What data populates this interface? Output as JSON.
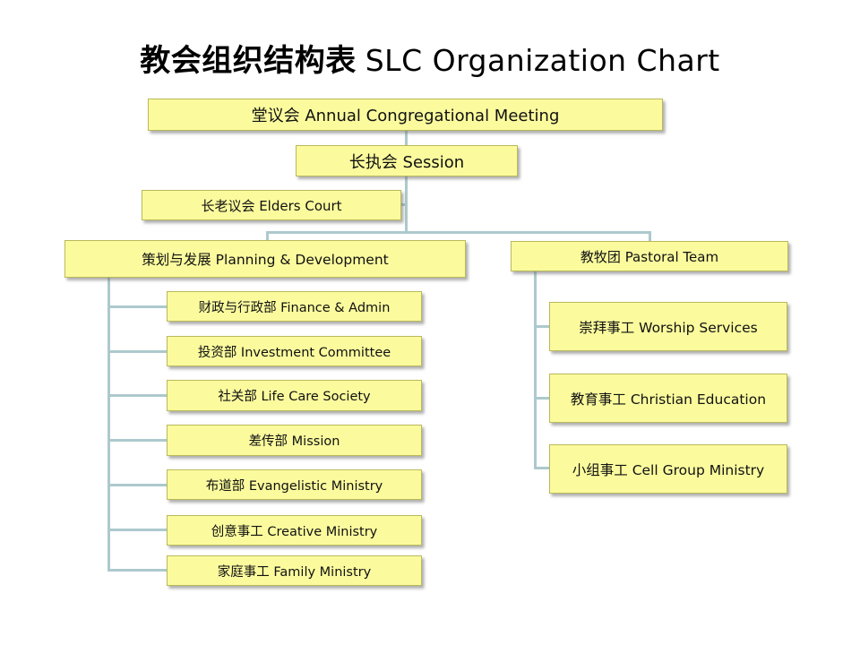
{
  "title": {
    "zh": "教会组织结构表",
    "en": "SLC Organization Chart"
  },
  "colors": {
    "background": "#FFFFFF",
    "box_fill": "#FBFB9E",
    "box_border": "#B9B95A",
    "connector_line": "#ADC9CD",
    "text": "#111111"
  },
  "nodes": {
    "annual": {
      "label": "堂议会 Annual Congregational Meeting"
    },
    "session": {
      "label": "长执会 Session"
    },
    "elders": {
      "label": "长老议会  Elders Court"
    },
    "planning": {
      "label": "策划与发展 Planning & Development"
    },
    "finance": {
      "label": "财政与行政部 Finance & Admin"
    },
    "investment": {
      "label": "投资部 Investment Committee"
    },
    "lifecare": {
      "label": "社关部 Life Care Society"
    },
    "mission": {
      "label": "差传部 Mission"
    },
    "evangelistic": {
      "label": "布道部 Evangelistic Ministry"
    },
    "creative": {
      "label": "创意事工 Creative Ministry"
    },
    "family": {
      "label": "家庭事工 Family Ministry"
    },
    "pastoral": {
      "label": "教牧团 Pastoral Team"
    },
    "worship": {
      "label": "崇拜事工 Worship Services"
    },
    "education": {
      "label": "教育事工 Christian Education"
    },
    "cellgroup": {
      "label": "小组事工 Cell Group Ministry"
    }
  },
  "hierarchy": {
    "annual": {
      "session": {
        "elders": {},
        "planning": {
          "children": [
            "finance",
            "investment",
            "lifecare",
            "mission",
            "evangelistic",
            "creative",
            "family"
          ]
        },
        "pastoral": {
          "children": [
            "worship",
            "education",
            "cellgroup"
          ]
        }
      }
    }
  }
}
